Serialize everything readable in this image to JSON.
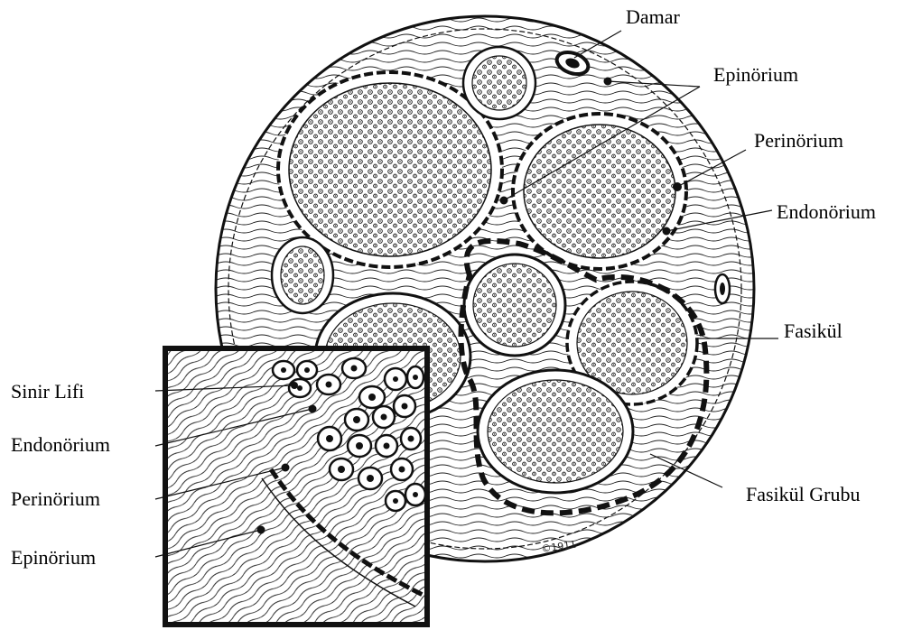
{
  "diagram": {
    "labels": {
      "damar": "Damar",
      "epinorium_main": "Epinörium",
      "perinorium_main": "Perinörium",
      "endonorium_main": "Endonörium",
      "fasikul": "Fasikül",
      "fasikul_grubu": "Fasikül Grubu",
      "sinir_lifi": "Sinir Lifi",
      "endonorium_inset": "Endonörium",
      "perinorium_inset": "Perinörium",
      "epinorium_inset": "Epinörium"
    },
    "signature": "©1911"
  }
}
